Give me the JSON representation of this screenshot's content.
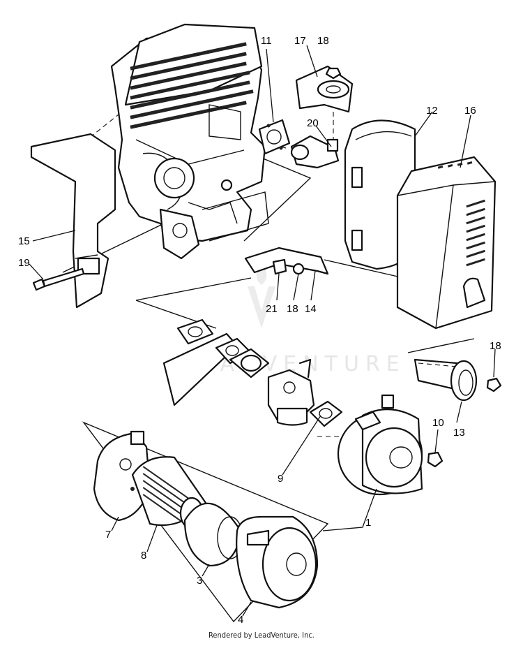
{
  "footer": "Rendered by LeadVenture, Inc.",
  "watermark": "LEADVENTURE",
  "callouts": {
    "c1": "1",
    "c3": "3",
    "c4": "4",
    "c7": "7",
    "c8": "8",
    "c9": "9",
    "c10": "10",
    "c11": "11",
    "c12": "12",
    "c13": "13",
    "c14": "14",
    "c15": "15",
    "c16": "16",
    "c17": "17",
    "c18a": "18",
    "c18b": "18",
    "c18c": "18",
    "c19": "19",
    "c20": "20",
    "c21": "21"
  }
}
